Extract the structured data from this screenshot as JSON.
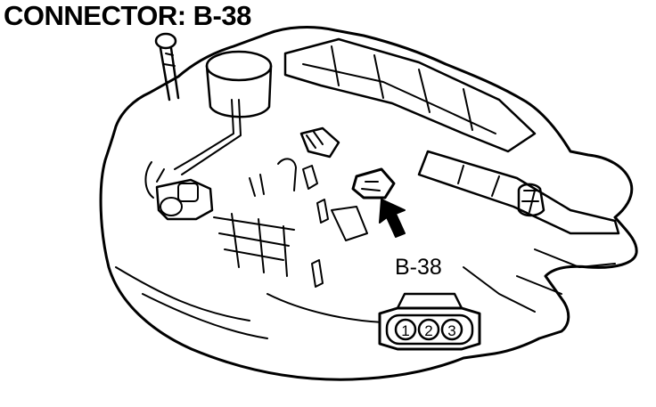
{
  "title": "CONNECTOR: B-38",
  "callout_label": "B-38",
  "connector": {
    "pins": [
      "1",
      "2",
      "3"
    ]
  },
  "colors": {
    "line": "#000000",
    "background": "#ffffff"
  },
  "icons": {
    "pointer": "arrow-up-left",
    "connector_face": "three-pin-connector"
  }
}
